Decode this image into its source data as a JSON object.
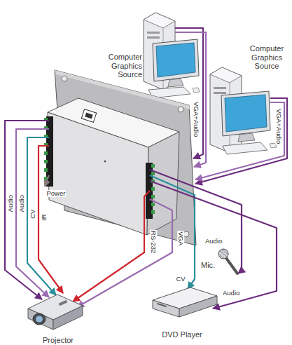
{
  "diagram": {
    "nodes": [
      {
        "text": [
          "Computer Graphics Source"
        ]
      },
      {
        "text": [
          "Computer Graphics Source"
        ]
      },
      {
        "text": [
          "Projector"
        ]
      },
      {
        "text": [
          "Mic."
        ]
      },
      {
        "text": [
          "DVD Player"
        ]
      }
    ],
    "labels": [
      "Power",
      "VGA+Audio",
      "VGA+Audio",
      "Audio",
      "Audio",
      "CV",
      "IR",
      "RS-232",
      "VGA",
      "Audio",
      "CV",
      "Audio"
    ]
  }
}
